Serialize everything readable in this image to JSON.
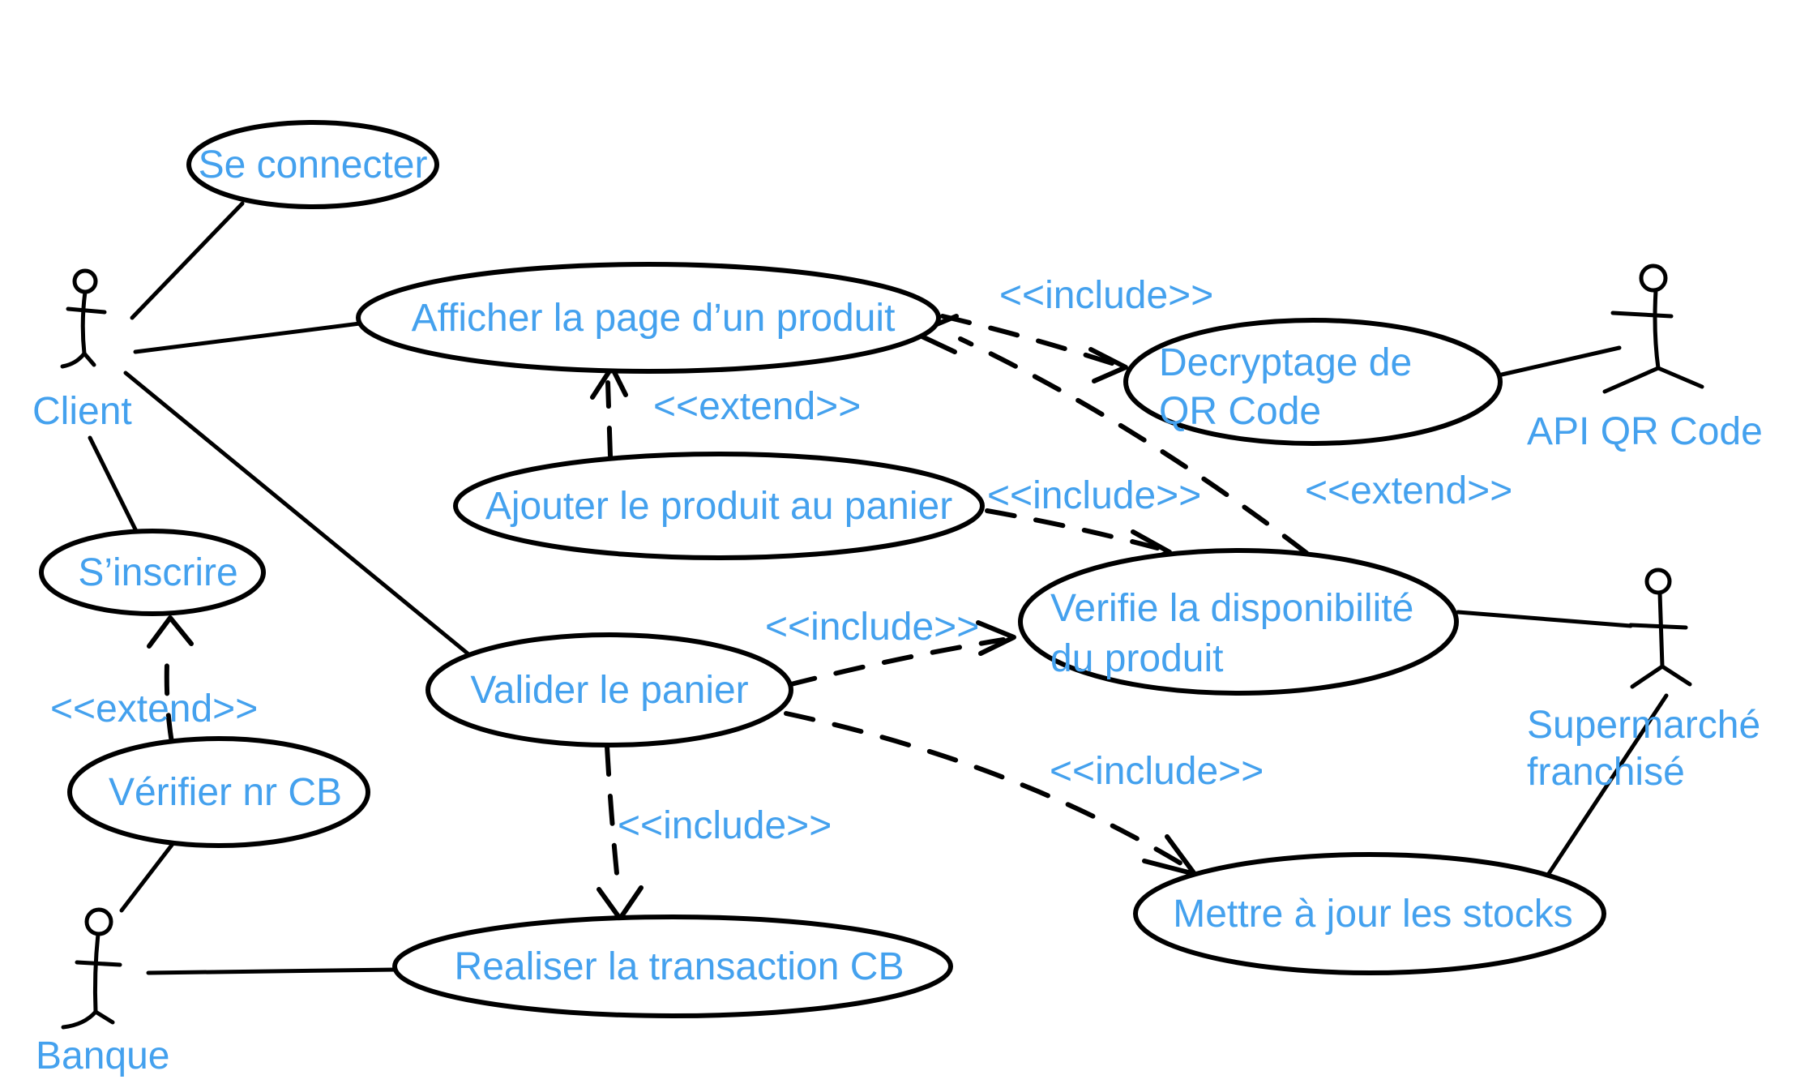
{
  "colors": {
    "text_blue": "#44A1EE",
    "ink": "#000000",
    "background": "#FFFFFF"
  },
  "use_cases": {
    "se_connecter": "Se connecter",
    "afficher_page": "Afficher la page d’un produit",
    "decryptage_line1": "Decryptage de",
    "decryptage_line2": "QR Code",
    "ajouter_panier": "Ajouter le produit au panier",
    "verifie_line1": "Verifie la disponibilité",
    "verifie_line2": "du produit",
    "s_inscrire": "S’inscrire",
    "verifier_nr_cb": "Vérifier nr CB",
    "valider_panier": "Valider le panier",
    "mettre_a_jour": "Mettre à jour les stocks",
    "realiser_cb": "Realiser la transaction CB"
  },
  "actors": {
    "client": "Client",
    "api_qr": "API QR Code",
    "supermarche_line1": "Supermarché",
    "supermarche_line2": "franchisé",
    "banque": "Banque"
  },
  "stereotypes": {
    "include_afficher_decryptage": "<<include>>",
    "extend_ajouter_afficher": "<<extend>>",
    "include_ajouter_verifie": "<<include>>",
    "extend_verifie_afficher": "<<extend>>",
    "include_valider_verifie": "<<include>>",
    "include_valider_stocks": "<<include>>",
    "include_valider_transaction": "<<include>>",
    "extend_verifiercb_sinscrire": "<<extend>>"
  }
}
